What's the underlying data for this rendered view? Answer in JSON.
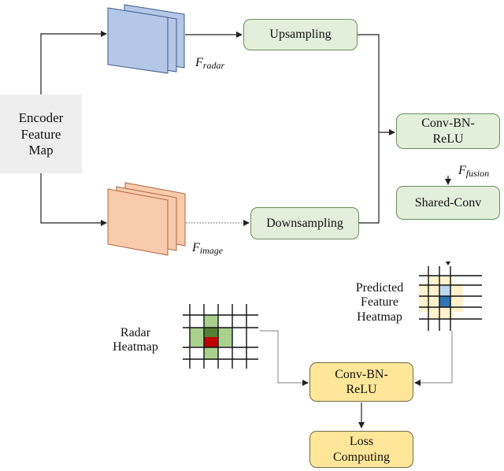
{
  "encoder": {
    "line1": "Encoder",
    "line2": "Feature",
    "line3": "Map"
  },
  "upsampling": "Upsampling",
  "downsampling": "Downsampling",
  "conv_bn_relu_top": {
    "line1": "Conv-BN-",
    "line2": "ReLU"
  },
  "shared_conv": "Shared-Conv",
  "conv_bn_relu_bottom": {
    "line1": "Conv-BN-",
    "line2": "ReLU"
  },
  "loss_computing": {
    "line1": "Loss",
    "line2": "Computing"
  },
  "radar_heatmap": {
    "line1": "Radar",
    "line2": "Heatmap"
  },
  "predicted_heatmap": {
    "line1": "Predicted",
    "line2": "Feature",
    "line3": "Heatmap"
  },
  "f_radar": {
    "base": "F",
    "sub": "radar"
  },
  "f_image": {
    "base": "F",
    "sub": "image"
  },
  "f_fusion": {
    "base": "F",
    "sub": "fusion"
  },
  "colors": {
    "radar_stack": "#b4c7e7",
    "image_stack": "#f8cbad",
    "green_box": "#e2efda",
    "yellow_box": "#ffe699",
    "heat_dark_green": "#548235",
    "heat_light_green": "#a9d18e",
    "heat_red": "#c00000",
    "heat_blue": "#2e75b6",
    "heat_light_blue": "#bdd7ee",
    "heat_cream": "#fff2cc"
  }
}
